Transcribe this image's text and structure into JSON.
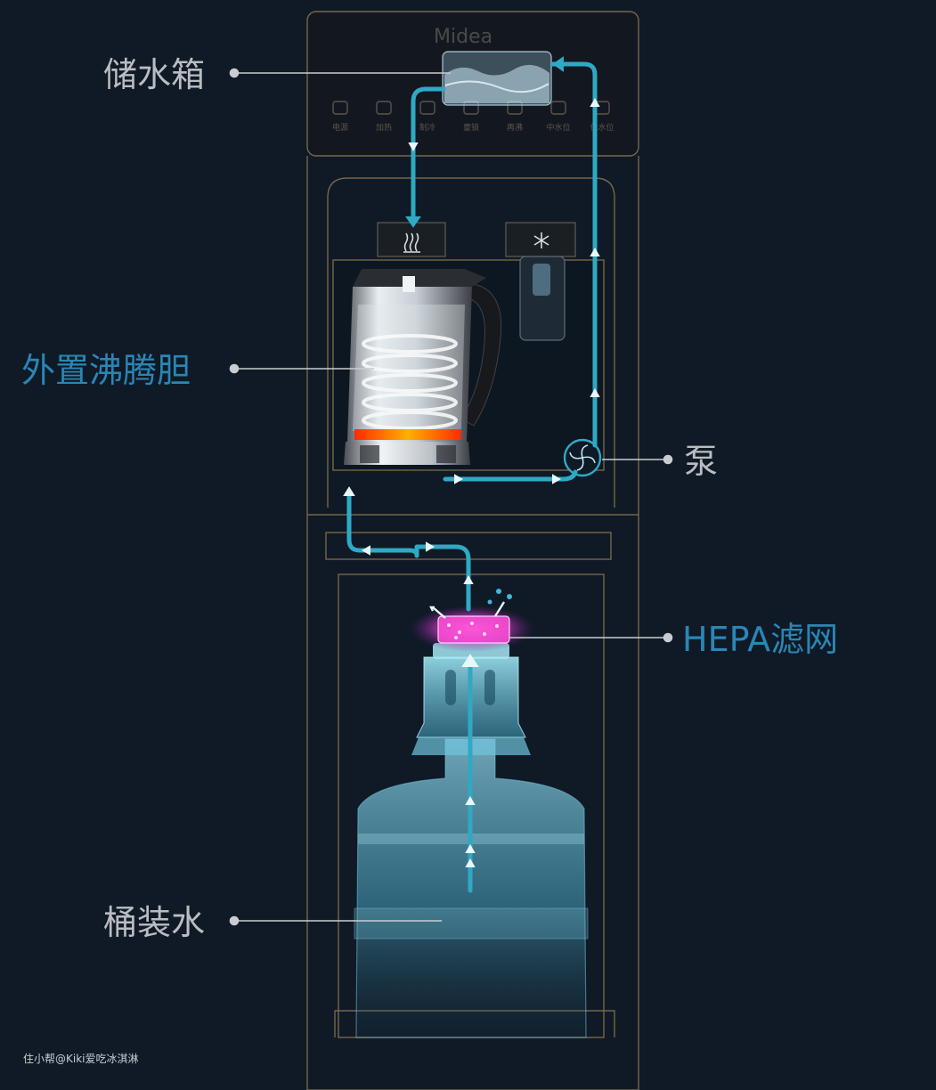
{
  "labels": {
    "water_tank": "储水箱",
    "external_boiler": "外置沸腾胆",
    "pump": "泵",
    "hepa_filter": "HEPA滤网",
    "bottled_water": "桶装水"
  },
  "panel": {
    "brand": "Midea",
    "buttons": [
      "电源",
      "加热",
      "制冷",
      "童锁",
      "再沸",
      "中水位",
      "低水位"
    ]
  },
  "watermark": "住小帮@Kiki爱吃冰淇淋",
  "colors": {
    "background": "#0f1a26",
    "flow": "#2fa9c4",
    "outline": "#8a7350",
    "label_gray": "#b9bdc1",
    "label_blue": "#2a86b5",
    "filter_glow": "#ff4fd8",
    "heater": "#ff3a10"
  },
  "icons": [
    "hot-water-icon",
    "snowflake-icon",
    "fan-icon"
  ]
}
